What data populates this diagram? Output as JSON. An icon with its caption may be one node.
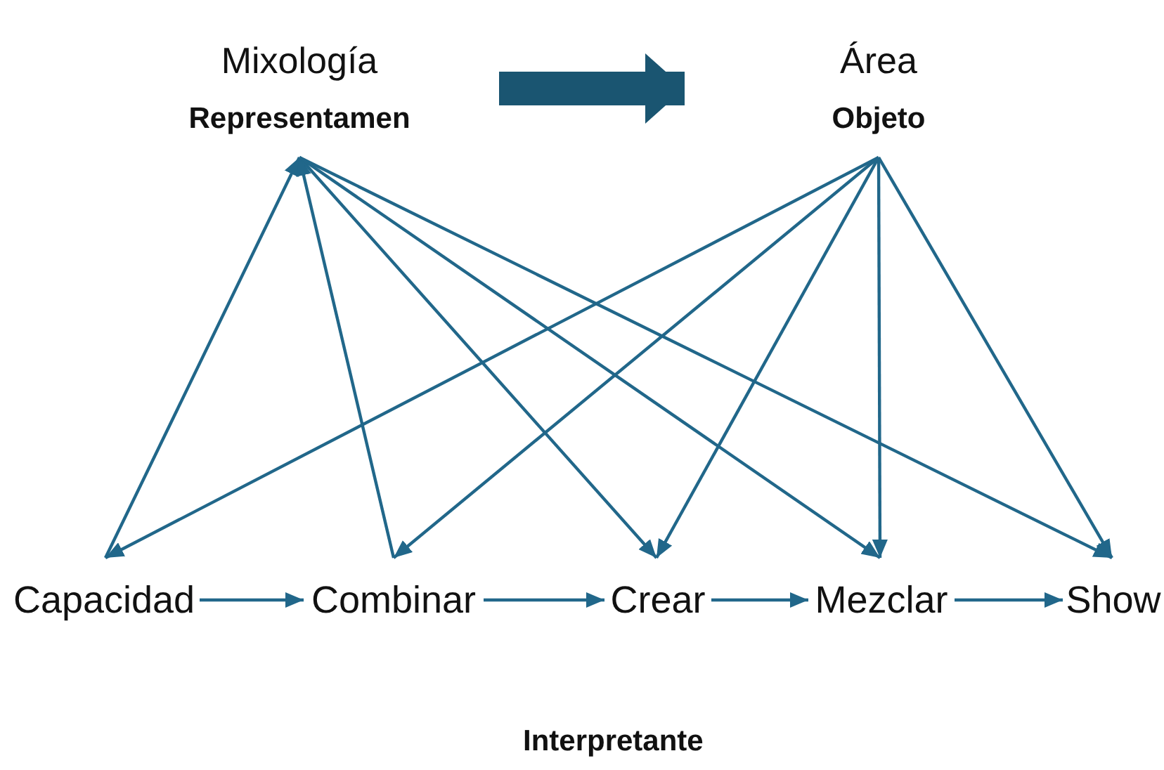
{
  "diagram": {
    "nodes": [
      {
        "text": [
          "Mixología",
          "Representamen"
        ]
      },
      {
        "text": [
          "Área",
          "Objeto"
        ]
      },
      {
        "text": [
          "Capacidad"
        ]
      },
      {
        "text": [
          "Combinar"
        ]
      },
      {
        "text": [
          "Crear"
        ]
      },
      {
        "text": [
          "Mezclar"
        ]
      },
      {
        "text": [
          "Show"
        ]
      }
    ],
    "edges": [
      {
        "from": 0,
        "to": 1,
        "arrow": "to",
        "style": "thick",
        "color": "#1a5571"
      },
      {
        "from": 2,
        "to": 0,
        "arrow": "to"
      },
      {
        "from": 3,
        "to": 0,
        "arrow": "to"
      },
      {
        "from": 0,
        "to": 4,
        "arrow": "to"
      },
      {
        "from": 0,
        "to": 5,
        "arrow": "to"
      },
      {
        "from": 0,
        "to": 6,
        "arrow": "to"
      },
      {
        "from": 1,
        "to": 2,
        "arrow": "to"
      },
      {
        "from": 1,
        "to": 3,
        "arrow": "to"
      },
      {
        "from": 1,
        "to": 4,
        "arrow": "to"
      },
      {
        "from": 1,
        "to": 5,
        "arrow": "to"
      },
      {
        "from": 1,
        "to": 6,
        "arrow": "to"
      },
      {
        "from": 2,
        "to": 3,
        "arrow": "to"
      },
      {
        "from": 3,
        "to": 4,
        "arrow": "to"
      },
      {
        "from": 4,
        "to": 5,
        "arrow": "to"
      },
      {
        "from": 5,
        "to": 6,
        "arrow": "to"
      }
    ],
    "labels": [
      "Interpretante"
    ]
  }
}
